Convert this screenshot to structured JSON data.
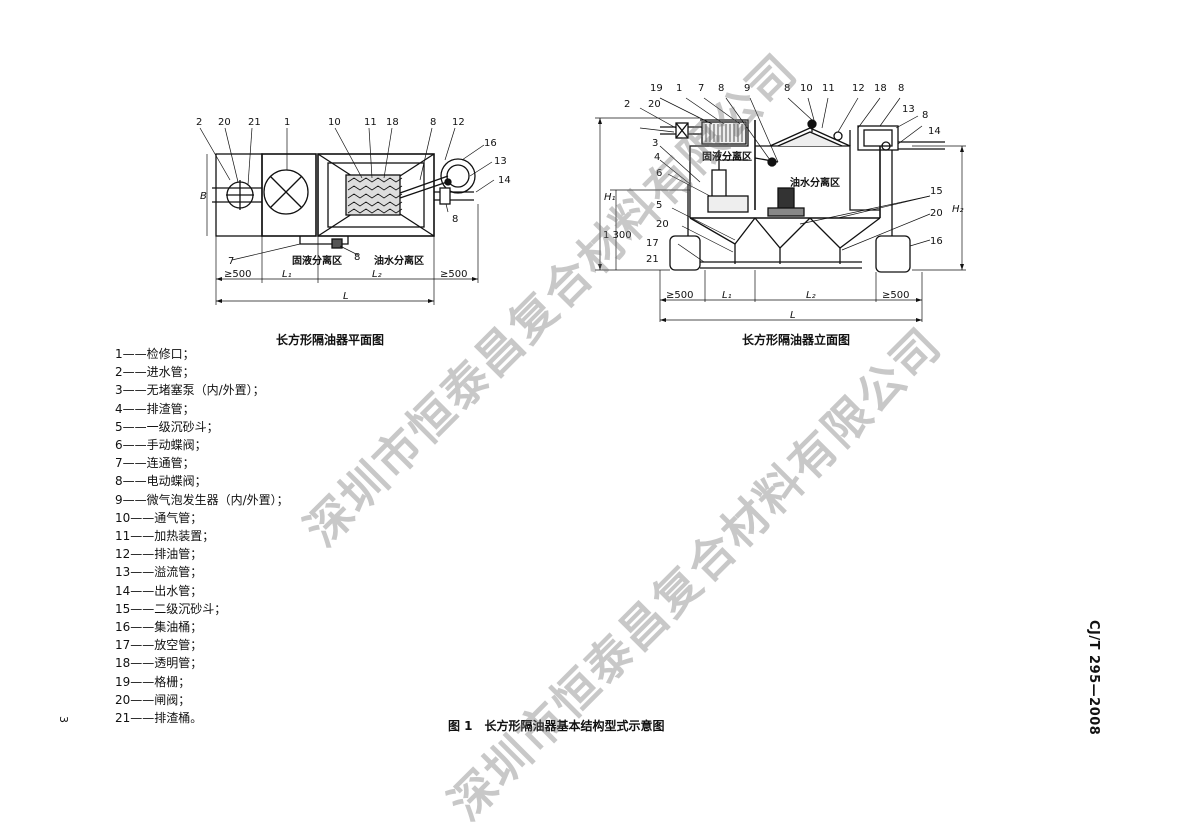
{
  "plan": {
    "caption": "长方形隔油器平面图",
    "callouts": [
      "2",
      "20",
      "21",
      "1",
      "10",
      "11",
      "18",
      "8",
      "12",
      "16",
      "13",
      "14",
      "7",
      "8",
      "8"
    ],
    "zone_solid": "固液分离区",
    "zone_oil": "油水分离区",
    "dim_500": "≥500",
    "dim_l1": "L₁",
    "dim_l2": "L₂",
    "dim_l": "L",
    "dim_b": "B"
  },
  "elevation": {
    "caption": "长方形隔油器立面图",
    "callouts_top": [
      "19",
      "1",
      "7",
      "8",
      "9",
      "8",
      "10",
      "11",
      "12",
      "18",
      "8",
      "13",
      "8"
    ],
    "callouts_left": [
      "2",
      "20",
      "3",
      "4",
      "6",
      "5",
      "20",
      "17",
      "21"
    ],
    "callouts_right": [
      "14",
      "15",
      "20",
      "16"
    ],
    "zone_solid": "固液分离区",
    "zone_oil": "油水分离区",
    "dim_h1": "H₁",
    "dim_h2": "H₂",
    "dim_1300": "1 300",
    "dim_500": "≥500",
    "dim_l1": "L₁",
    "dim_l2": "L₂",
    "dim_l": "L"
  },
  "legend": [
    "1——检修口；",
    "2——进水管；",
    "3——无堵塞泵（内/外置）；",
    "4——排渣管；",
    "5——一级沉砂斗；",
    "6——手动蝶阀；",
    "7——连通管；",
    "8——电动蝶阀；",
    "9——微气泡发生器（内/外置）；",
    "10——通气管；",
    "11——加热装置；",
    "12——排油管；",
    "13——溢流管；",
    "14——出水管；",
    "15——二级沉砂斗；",
    "16——集油桶；",
    "17——放空管；",
    "18——透明管；",
    "19——格栅；",
    "20——闸阀；",
    "21——排渣桶。"
  ],
  "figure_caption": "图 1　长方形隔油器基本结构型式示意图",
  "standard_code": "CJ/T 295—2008",
  "page_number": "3",
  "watermark_text": "深圳市恒泰昌复合材料有限公司"
}
